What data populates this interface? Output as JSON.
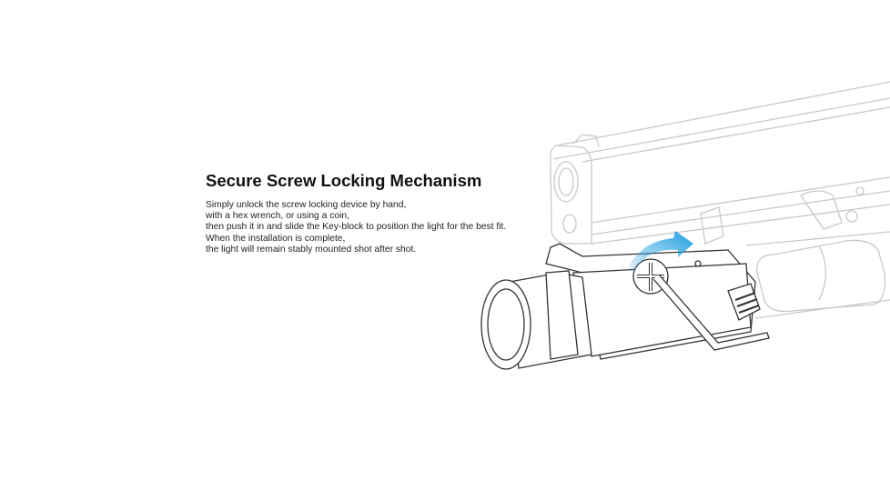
{
  "heading": "Secure Screw Locking Mechanism",
  "description": [
    "Simply unlock the screw locking device by hand,",
    "with a hex wrench, or using a coin,",
    "then push it in and slide the Key-block to position the light for the best fit.",
    "When the installation is complete,",
    "the light will remain stably mounted shot after shot."
  ],
  "colors": {
    "arrow": "#1e9ee0",
    "pistol_line": "#c8c8c8",
    "light_line": "#333333"
  }
}
